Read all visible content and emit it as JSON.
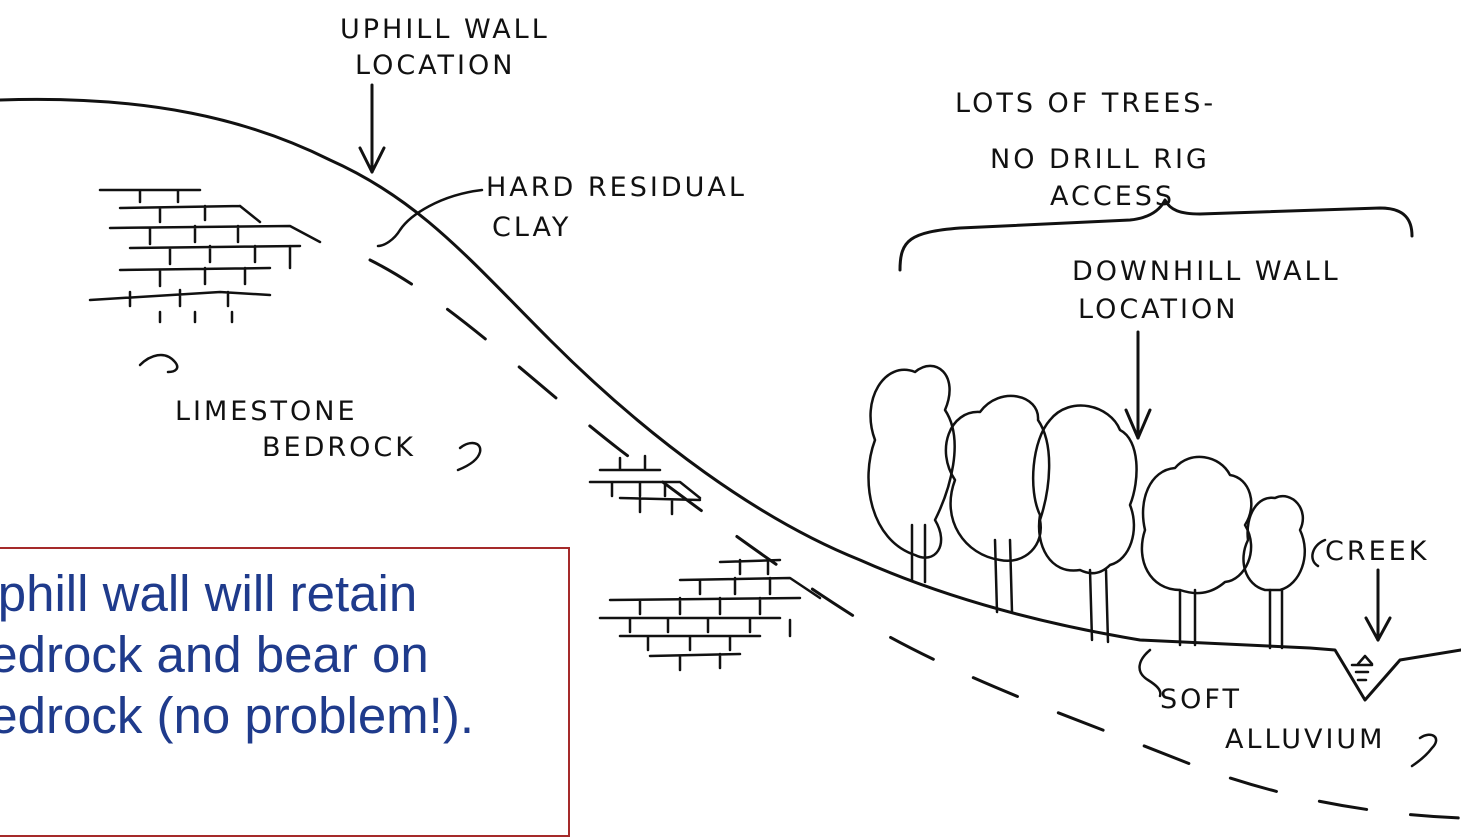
{
  "labels": {
    "uphill_wall_line1": "UPHILL WALL",
    "uphill_wall_line2": "LOCATION",
    "hard_residual_line1": "HARD RESIDUAL",
    "hard_residual_line2": "CLAY",
    "trees_line1": "LOTS OF TREES-",
    "trees_line2": "NO DRILL RIG",
    "trees_line3": "ACCESS",
    "downhill_wall_line1": "DOWNHILL WALL",
    "downhill_wall_line2": "LOCATION",
    "limestone_line1": "LIMESTONE",
    "limestone_line2": "BEDROCK",
    "creek": "CREEK",
    "soft_line1": "SOFT",
    "soft_line2": "ALLUVIUM"
  },
  "callout": {
    "line1": "Uphill wall will retain",
    "line2": "bedrock and bear on",
    "line3": "bedrock (no problem!)."
  },
  "colors": {
    "callout_text": "#1f3b8c",
    "callout_border": "#a52a2a",
    "ink": "#111111"
  }
}
